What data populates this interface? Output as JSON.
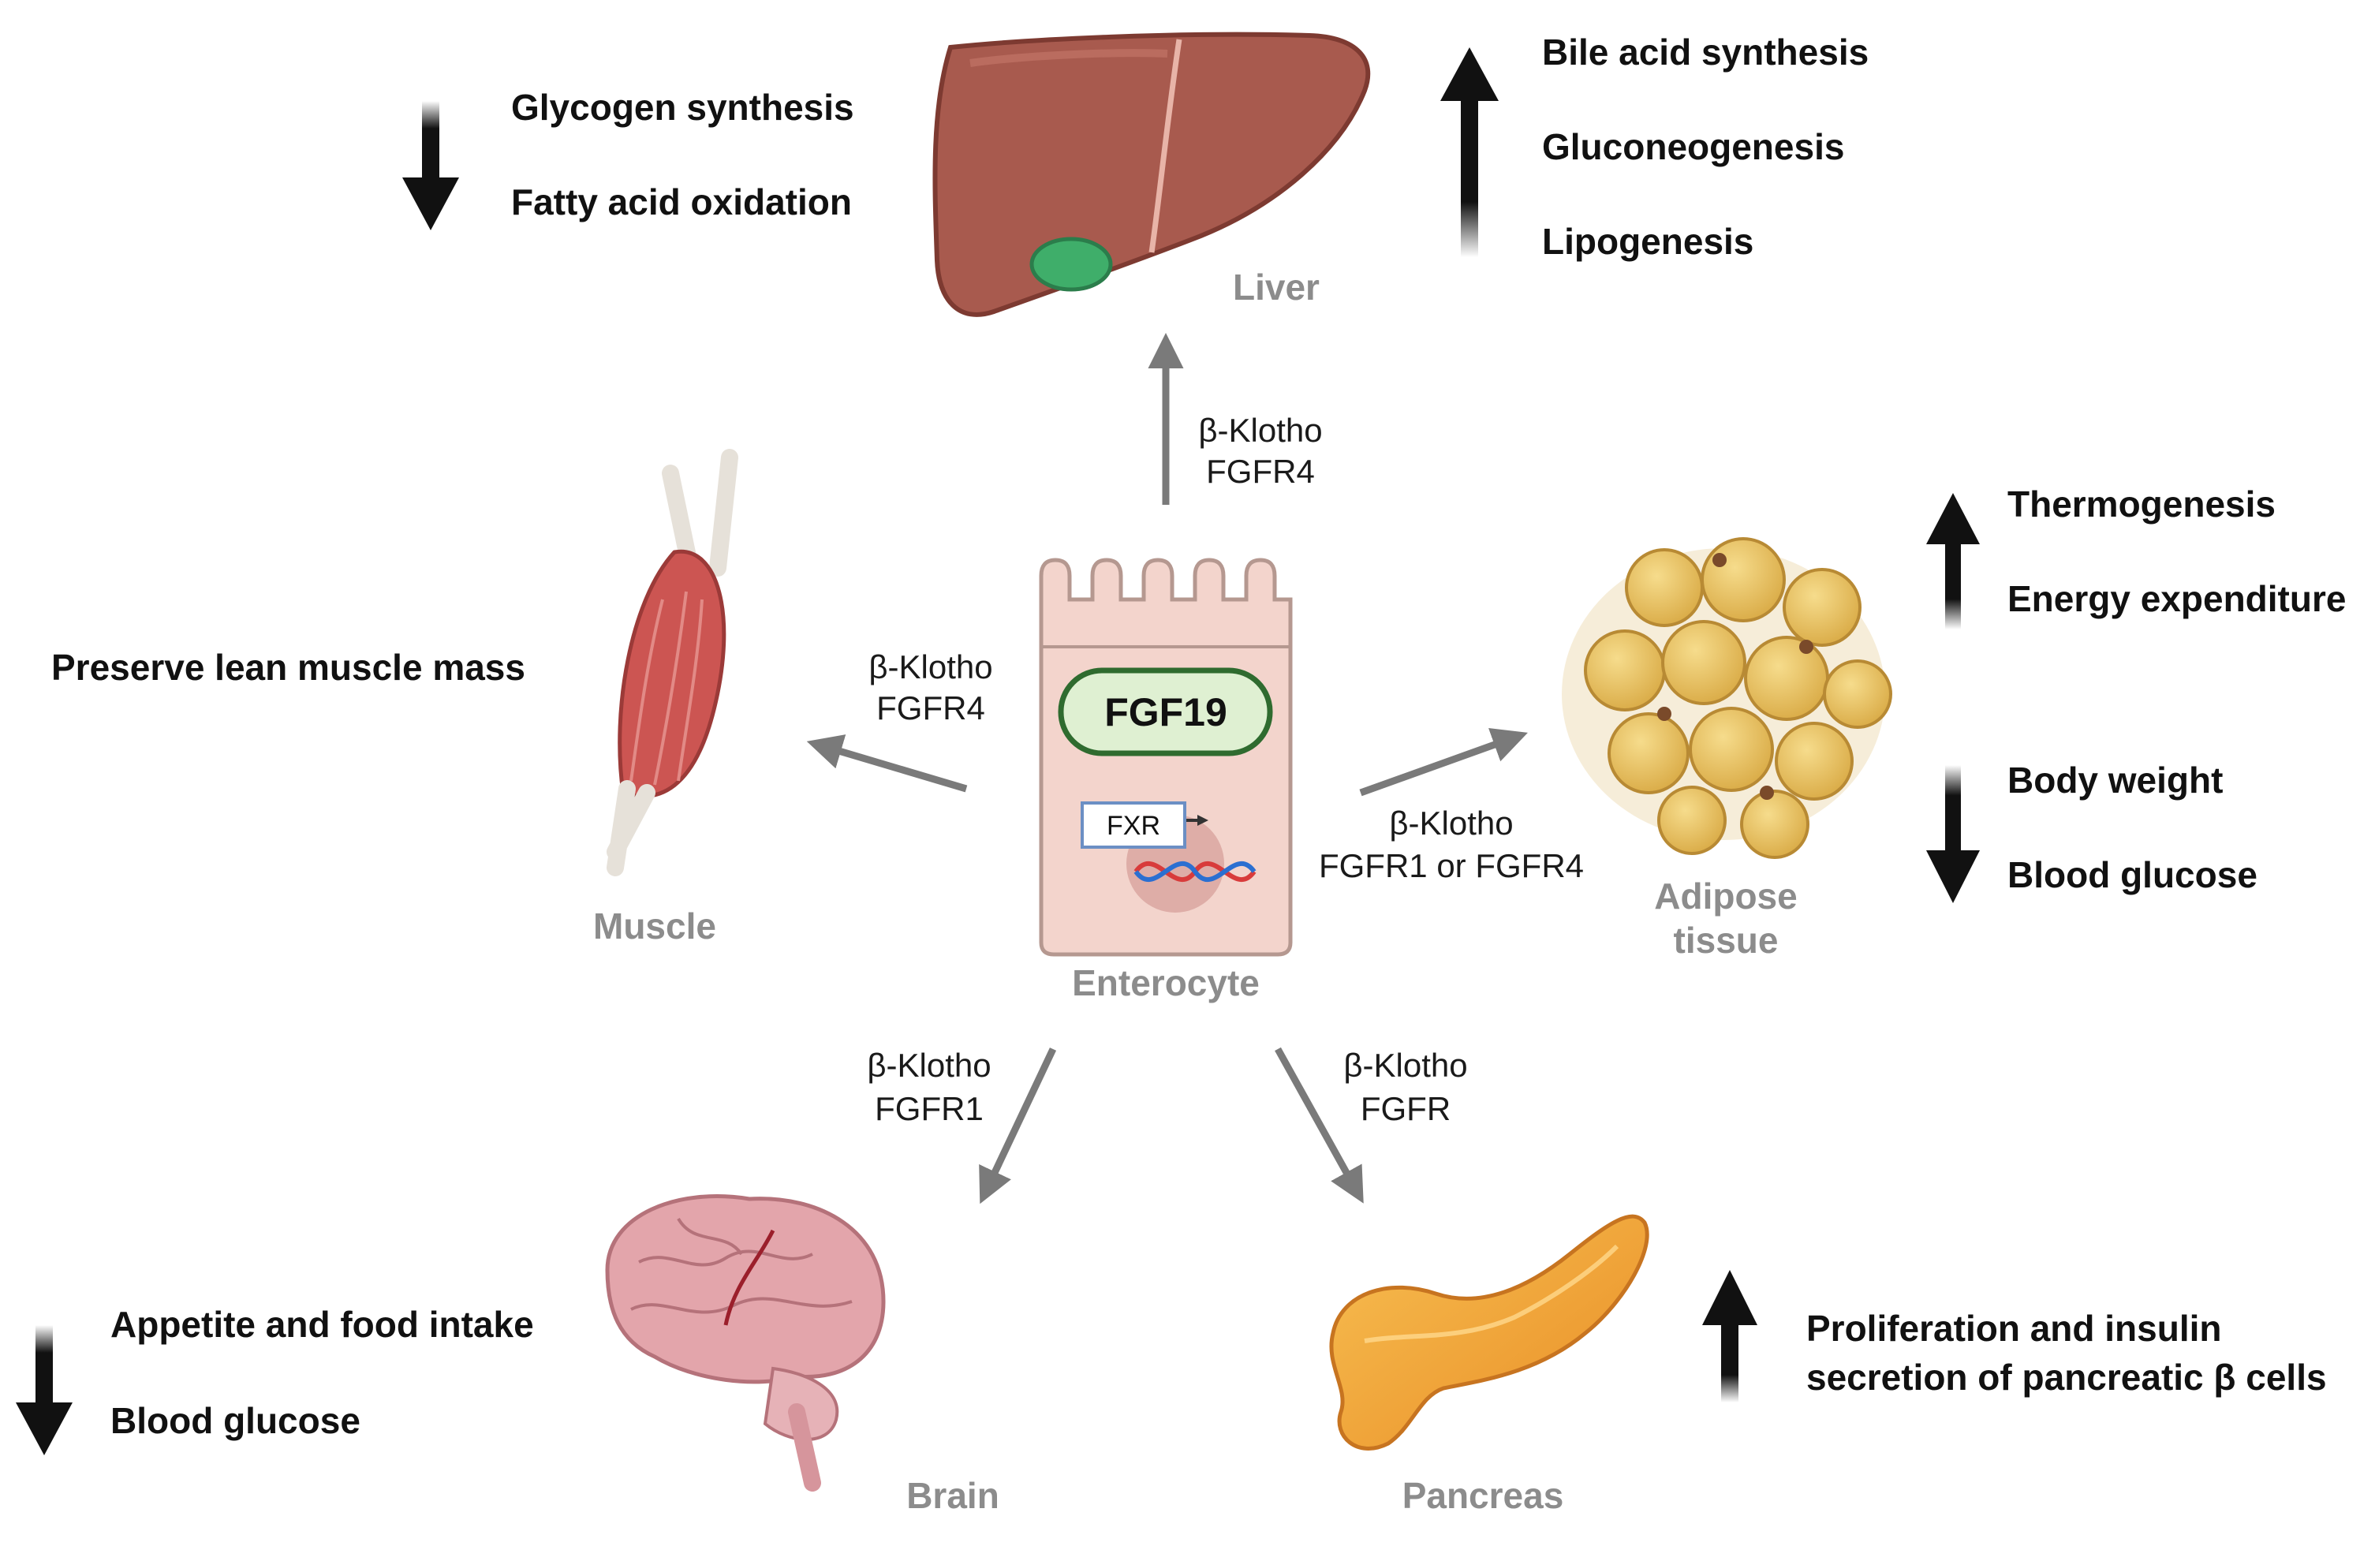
{
  "center": {
    "cell_label": "Enterocyte",
    "hormone": "FGF19",
    "nuclear_receptor": "FXR"
  },
  "liver": {
    "label": "Liver",
    "receptor_line1": "β-Klotho",
    "receptor_line2": "FGFR4",
    "decreased": [
      "Glycogen synthesis",
      "Fatty acid oxidation"
    ],
    "increased": [
      "Bile acid synthesis",
      "Gluconeogenesis",
      "Lipogenesis"
    ]
  },
  "muscle": {
    "label": "Muscle",
    "receptor_line1": "β-Klotho",
    "receptor_line2": "FGFR4",
    "effect": "Preserve lean muscle mass"
  },
  "adipose": {
    "label_line1": "Adipose",
    "label_line2": "tissue",
    "receptor_line1": "β-Klotho",
    "receptor_line2": "FGFR1 or FGFR4",
    "increased": [
      "Thermogenesis",
      "Energy expenditure"
    ],
    "decreased": [
      "Body weight",
      "Blood glucose"
    ]
  },
  "brain": {
    "label": "Brain",
    "receptor_line1": "β-Klotho",
    "receptor_line2": "FGFR1",
    "decreased": [
      "Appetite and food intake",
      "Blood glucose"
    ]
  },
  "pancreas": {
    "label": "Pancreas",
    "receptor_line1": "β-Klotho",
    "receptor_line2": "FGFR",
    "increased_line1": "Proliferation and insulin",
    "increased_line2": "secretion of pancreatic β cells"
  },
  "colors": {
    "signal_arrow": "#7a7a7a",
    "effect_arrow": "#111111",
    "liver": "#a85a4e",
    "gallbladder": "#3fae6a",
    "muscle": "#cc5552",
    "adipocyte": "#e9c467",
    "brain": "#e3a5ab",
    "pancreas": "#f0a23a",
    "enterocyte": "#f3d4cc",
    "fgf19_fill": "#dff0d2",
    "fgf19_border": "#2f6b2f"
  }
}
